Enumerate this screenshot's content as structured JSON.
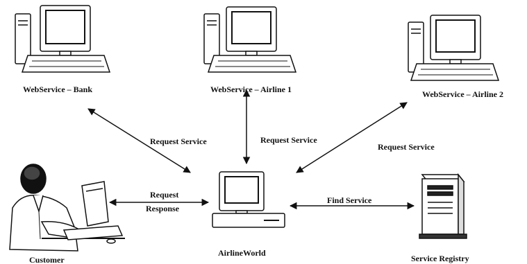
{
  "diagram": {
    "nodes": {
      "bank": {
        "label": "WebService – Bank",
        "icon": "desktop-computer-icon"
      },
      "airline1": {
        "label": "WebService – Airline 1",
        "icon": "desktop-computer-icon"
      },
      "airline2": {
        "label": "WebService – Airline 2",
        "icon": "desktop-computer-icon"
      },
      "airlineworld": {
        "label": "AirlineWorld",
        "icon": "compact-computer-icon"
      },
      "customer": {
        "label": "Customer",
        "icon": "person-at-computer-icon"
      },
      "registry": {
        "label": "Service Registry",
        "icon": "server-tower-icon"
      }
    },
    "edges": {
      "bank_request": "Request Service",
      "airline1_request": "Request Service",
      "airline2_request": "Request Service",
      "customer_request": "Request",
      "customer_response": "Response",
      "registry_find": "Find Service"
    }
  }
}
